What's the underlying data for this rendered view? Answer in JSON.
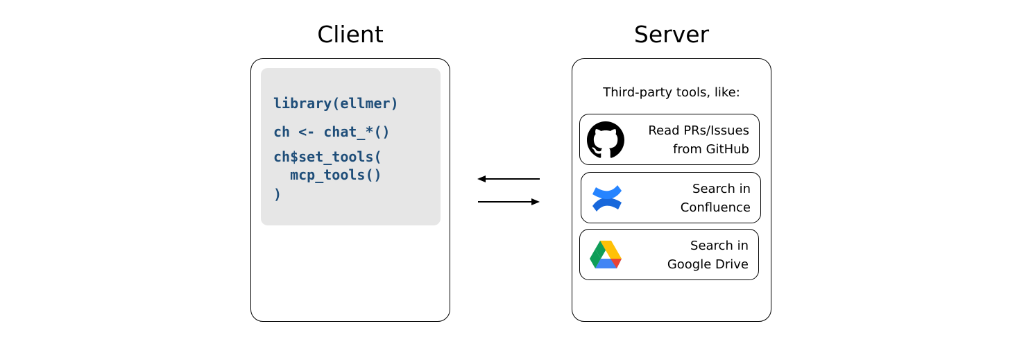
{
  "client": {
    "heading": "Client",
    "code_lines": [
      "library(ellmer)",
      "ch <- chat_*()",
      "ch$set_tools(",
      "  mcp_tools()",
      ")"
    ]
  },
  "server": {
    "heading": "Server",
    "intro": "Third-party tools, like:",
    "tools": [
      {
        "icon": "github-icon",
        "lines": [
          "Read PRs/Issues",
          "from GitHub"
        ]
      },
      {
        "icon": "confluence-icon",
        "lines": [
          "Search in",
          "Confluence"
        ]
      },
      {
        "icon": "google-drive-icon",
        "lines": [
          "Search in",
          "Google Drive"
        ]
      }
    ]
  },
  "colors": {
    "code_text": "#1f4e79",
    "code_background": "#e6e6e6",
    "confluence_blue": "#1868db",
    "github_black": "#000000"
  }
}
